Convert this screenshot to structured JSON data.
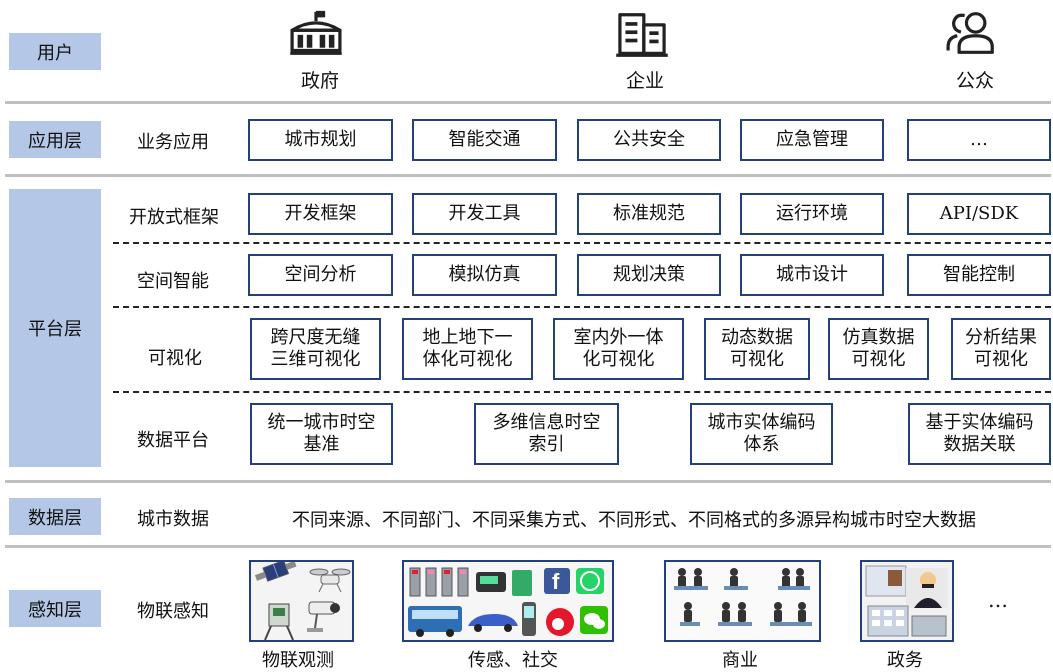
{
  "layers": {
    "user": "用户",
    "app": "应用层",
    "platform": "平台层",
    "data": "数据层",
    "sensing": "感知层"
  },
  "users": [
    "政府",
    "企业",
    "公众"
  ],
  "app_row": {
    "label": "业务应用",
    "items": [
      "城市规划",
      "智能交通",
      "公共安全",
      "应急管理",
      "…"
    ]
  },
  "framework_row": {
    "label": "开放式框架",
    "items": [
      "开发框架",
      "开发工具",
      "标准规范",
      "运行环境",
      "API/SDK"
    ]
  },
  "spatial_row": {
    "label": "空间智能",
    "items": [
      "空间分析",
      "模拟仿真",
      "规划决策",
      "城市设计",
      "智能控制"
    ]
  },
  "vis_row": {
    "label": "可视化",
    "items": [
      [
        "跨尺度无缝",
        "三维可视化"
      ],
      [
        "地上地下一",
        "体化可视化"
      ],
      [
        "室内外一体",
        "化可视化"
      ],
      [
        "动态数据",
        "可视化"
      ],
      [
        "仿真数据",
        "可视化"
      ],
      [
        "分析结果",
        "可视化"
      ]
    ]
  },
  "dataplat_row": {
    "label": "数据平台",
    "items": [
      [
        "统一城市时空",
        "基准"
      ],
      [
        "多维信息时空",
        "索引"
      ],
      [
        "城市实体编码",
        "体系"
      ],
      [
        "基于实体编码",
        "数据关联"
      ]
    ]
  },
  "data_row": {
    "label": "城市数据",
    "text": "不同来源、不同部门、不同采集方式、不同形式、不同格式的多源异构城市时空大数据"
  },
  "sensing_row": {
    "label": "物联感知",
    "captions": [
      "物联观测",
      "传感、社交",
      "商业",
      "政务"
    ],
    "more": "…"
  },
  "colors": {
    "layer_bg": "#b4c7e7",
    "box_border": "#23407a",
    "divider": "#bfbfbf"
  }
}
